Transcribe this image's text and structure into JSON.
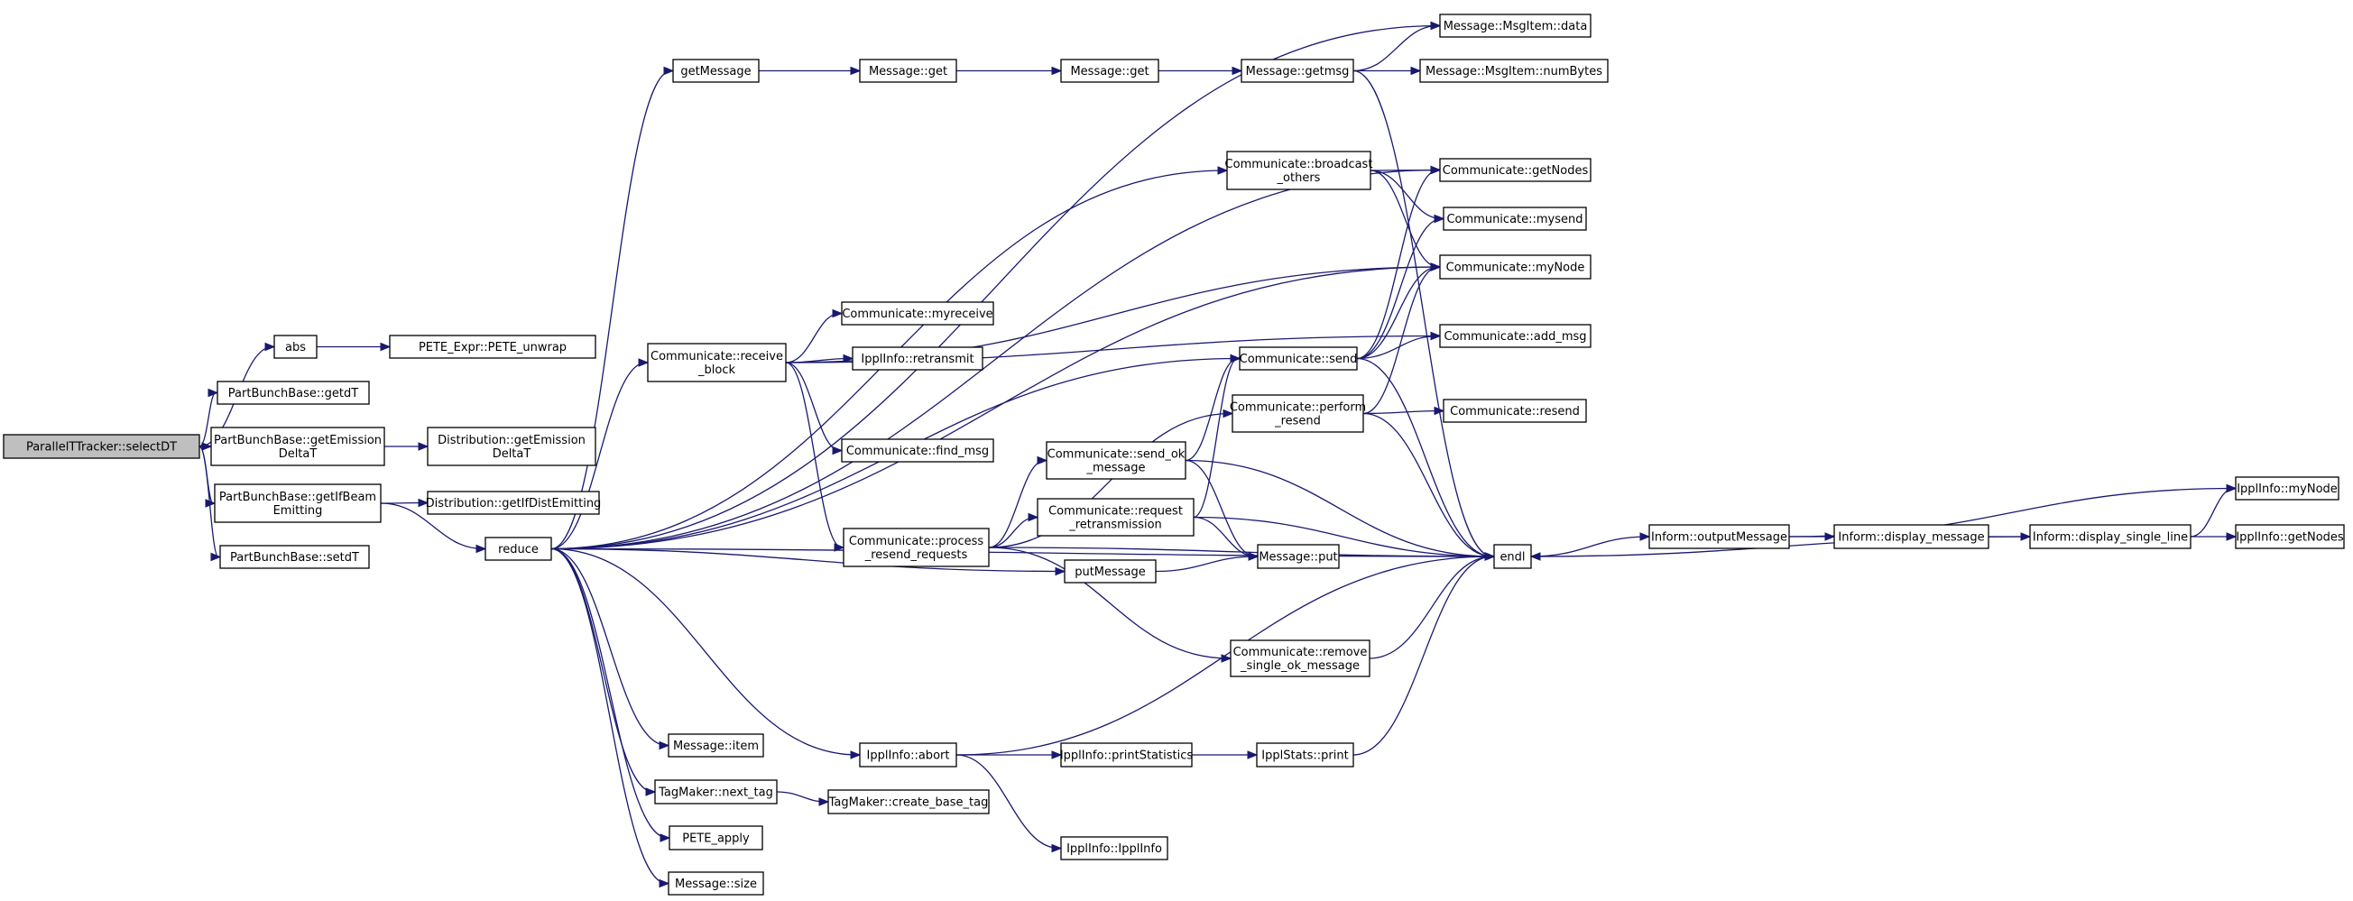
{
  "diagram": {
    "type": "call-graph",
    "edge_color": "#191970",
    "root_fill": "#bfbfbf",
    "nodes": [
      {
        "id": "root",
        "lines": [
          "ParallelTTracker::selectDT"
        ],
        "root": true
      },
      {
        "id": "abs",
        "lines": [
          "abs"
        ]
      },
      {
        "id": "pete_unwrap",
        "lines": [
          "PETE_Expr::PETE_unwrap"
        ]
      },
      {
        "id": "getdT",
        "lines": [
          "PartBunchBase::getdT"
        ]
      },
      {
        "id": "getEmission",
        "lines": [
          "PartBunchBase::getEmission",
          "DeltaT"
        ]
      },
      {
        "id": "distEmission",
        "lines": [
          "Distribution::getEmission",
          "DeltaT"
        ]
      },
      {
        "id": "getIfBeam",
        "lines": [
          "PartBunchBase::getIfBeam",
          "Emitting"
        ]
      },
      {
        "id": "distIfDist",
        "lines": [
          "Distribution::getIfDistEmitting"
        ]
      },
      {
        "id": "setdT",
        "lines": [
          "PartBunchBase::setdT"
        ]
      },
      {
        "id": "reduce",
        "lines": [
          "reduce"
        ]
      },
      {
        "id": "getMessage",
        "lines": [
          "getMessage"
        ]
      },
      {
        "id": "msgget1",
        "lines": [
          "Message::get"
        ]
      },
      {
        "id": "msgget2",
        "lines": [
          "Message::get"
        ]
      },
      {
        "id": "getmsg",
        "lines": [
          "Message::getmsg"
        ]
      },
      {
        "id": "msgdata",
        "lines": [
          "Message::MsgItem::data"
        ]
      },
      {
        "id": "numBytes",
        "lines": [
          "Message::MsgItem::numBytes"
        ]
      },
      {
        "id": "broadcast",
        "lines": [
          "Communicate::broadcast",
          "_others"
        ]
      },
      {
        "id": "getNodes",
        "lines": [
          "Communicate::getNodes"
        ]
      },
      {
        "id": "mysend",
        "lines": [
          "Communicate::mysend"
        ]
      },
      {
        "id": "myNode",
        "lines": [
          "Communicate::myNode"
        ]
      },
      {
        "id": "add_msg",
        "lines": [
          "Communicate::add_msg"
        ]
      },
      {
        "id": "recvblock",
        "lines": [
          "Communicate::receive",
          "_block"
        ]
      },
      {
        "id": "myreceive",
        "lines": [
          "Communicate::myreceive"
        ]
      },
      {
        "id": "retransmit",
        "lines": [
          "IpplInfo::retransmit"
        ]
      },
      {
        "id": "find_msg",
        "lines": [
          "Communicate::find_msg"
        ]
      },
      {
        "id": "send",
        "lines": [
          "Communicate::send"
        ]
      },
      {
        "id": "perform",
        "lines": [
          "Communicate::perform",
          "_resend"
        ]
      },
      {
        "id": "resend",
        "lines": [
          "Communicate::resend"
        ]
      },
      {
        "id": "sendok",
        "lines": [
          "Communicate::send_ok",
          "_message"
        ]
      },
      {
        "id": "requestre",
        "lines": [
          "Communicate::request",
          "_retransmission"
        ]
      },
      {
        "id": "process",
        "lines": [
          "Communicate::process",
          "_resend_requests"
        ]
      },
      {
        "id": "putMessage",
        "lines": [
          "putMessage"
        ]
      },
      {
        "id": "msgput",
        "lines": [
          "Message::put"
        ]
      },
      {
        "id": "endl",
        "lines": [
          "endl"
        ]
      },
      {
        "id": "removeok",
        "lines": [
          "Communicate::remove",
          "_single_ok_message"
        ]
      },
      {
        "id": "outputMessage",
        "lines": [
          "Inform::outputMessage"
        ]
      },
      {
        "id": "display_message",
        "lines": [
          "Inform::display_message"
        ]
      },
      {
        "id": "display_single",
        "lines": [
          "Inform::display_single_line"
        ]
      },
      {
        "id": "ipplmyNode",
        "lines": [
          "IpplInfo::myNode"
        ]
      },
      {
        "id": "ipplgetNodes",
        "lines": [
          "IpplInfo::getNodes"
        ]
      },
      {
        "id": "msgitem",
        "lines": [
          "Message::item"
        ]
      },
      {
        "id": "abort",
        "lines": [
          "IpplInfo::abort"
        ]
      },
      {
        "id": "printStats",
        "lines": [
          "IpplInfo::printStatistics"
        ]
      },
      {
        "id": "statsprint",
        "lines": [
          "IpplStats::print"
        ]
      },
      {
        "id": "nexttag",
        "lines": [
          "TagMaker::next_tag"
        ]
      },
      {
        "id": "createbase",
        "lines": [
          "TagMaker::create_base_tag"
        ]
      },
      {
        "id": "ipplinfo",
        "lines": [
          "IpplInfo::IpplInfo"
        ]
      },
      {
        "id": "peteapply",
        "lines": [
          "PETE_apply"
        ]
      },
      {
        "id": "msgsize",
        "lines": [
          "Message::size"
        ]
      }
    ],
    "edges": [
      [
        "root",
        "abs"
      ],
      [
        "root",
        "getdT"
      ],
      [
        "root",
        "getEmission"
      ],
      [
        "root",
        "getIfBeam"
      ],
      [
        "root",
        "setdT"
      ],
      [
        "abs",
        "pete_unwrap"
      ],
      [
        "getEmission",
        "distEmission"
      ],
      [
        "getIfBeam",
        "distIfDist"
      ],
      [
        "getIfBeam",
        "reduce"
      ],
      [
        "reduce",
        "getMessage"
      ],
      [
        "reduce",
        "msgdata"
      ],
      [
        "reduce",
        "broadcast"
      ],
      [
        "reduce",
        "getNodes"
      ],
      [
        "reduce",
        "myNode"
      ],
      [
        "reduce",
        "recvblock"
      ],
      [
        "reduce",
        "send"
      ],
      [
        "reduce",
        "putMessage"
      ],
      [
        "reduce",
        "endl"
      ],
      [
        "reduce",
        "msgitem"
      ],
      [
        "reduce",
        "abort"
      ],
      [
        "reduce",
        "nexttag"
      ],
      [
        "reduce",
        "peteapply"
      ],
      [
        "reduce",
        "msgsize"
      ],
      [
        "getMessage",
        "msgget1"
      ],
      [
        "msgget1",
        "msgget2"
      ],
      [
        "msgget2",
        "getmsg"
      ],
      [
        "getmsg",
        "msgdata"
      ],
      [
        "getmsg",
        "numBytes"
      ],
      [
        "getmsg",
        "endl"
      ],
      [
        "broadcast",
        "getNodes"
      ],
      [
        "broadcast",
        "mysend"
      ],
      [
        "broadcast",
        "myNode"
      ],
      [
        "recvblock",
        "myNode"
      ],
      [
        "recvblock",
        "myreceive"
      ],
      [
        "recvblock",
        "retransmit"
      ],
      [
        "recvblock",
        "add_msg"
      ],
      [
        "recvblock",
        "find_msg"
      ],
      [
        "recvblock",
        "process"
      ],
      [
        "send",
        "getNodes"
      ],
      [
        "send",
        "mysend"
      ],
      [
        "send",
        "myNode"
      ],
      [
        "send",
        "add_msg"
      ],
      [
        "send",
        "endl"
      ],
      [
        "perform",
        "myNode"
      ],
      [
        "perform",
        "resend"
      ],
      [
        "perform",
        "endl"
      ],
      [
        "process",
        "sendok"
      ],
      [
        "process",
        "requestre"
      ],
      [
        "process",
        "perform"
      ],
      [
        "process",
        "endl"
      ],
      [
        "process",
        "removeok"
      ],
      [
        "sendok",
        "send"
      ],
      [
        "sendok",
        "msgput"
      ],
      [
        "sendok",
        "endl"
      ],
      [
        "requestre",
        "send"
      ],
      [
        "requestre",
        "msgput"
      ],
      [
        "requestre",
        "endl"
      ],
      [
        "putMessage",
        "msgput"
      ],
      [
        "removeok",
        "endl"
      ],
      [
        "endl",
        "outputMessage"
      ],
      [
        "outputMessage",
        "display_message"
      ],
      [
        "outputMessage",
        "ipplmyNode"
      ],
      [
        "display_message",
        "display_single"
      ],
      [
        "display_single",
        "ipplmyNode"
      ],
      [
        "display_single",
        "ipplgetNodes"
      ],
      [
        "display_single",
        "endl"
      ],
      [
        "abort",
        "printStats"
      ],
      [
        "abort",
        "endl"
      ],
      [
        "abort",
        "ipplinfo"
      ],
      [
        "printStats",
        "statsprint"
      ],
      [
        "statsprint",
        "endl"
      ],
      [
        "nexttag",
        "createbase"
      ]
    ]
  }
}
